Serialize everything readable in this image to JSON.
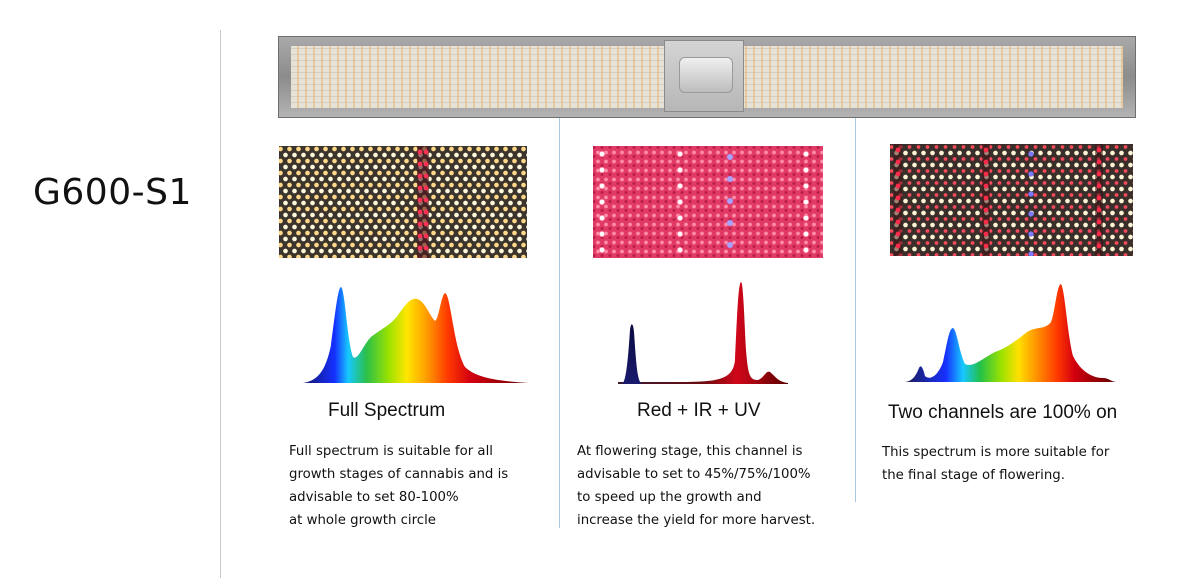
{
  "product": {
    "model": "G600-S1"
  },
  "colors": {
    "divider": "#c9c9c9",
    "connector": "#a9c8dc",
    "red_channel": "#d0071a",
    "uv_peak": "#1a1a6e"
  },
  "channels": [
    {
      "title": "Full Spectrum",
      "board_icon": "full-spectrum-led-board-icon",
      "spectrum_icon": "full-spectrum-curve-icon",
      "description": [
        "Full spectrum is suitable for all",
        "growth stages of cannabis and is",
        "advisable to set 80-100%",
        "at whole growth circle"
      ]
    },
    {
      "title": "Red + IR + UV",
      "board_icon": "red-ir-uv-led-board-icon",
      "spectrum_icon": "red-ir-uv-spectrum-curve-icon",
      "description": [
        "At flowering stage, this channel is",
        "advisable to set to 45%/75%/100%",
        "to speed up the growth and",
        "increase the yield for more harvest."
      ]
    },
    {
      "title": "Two channels are 100% on",
      "board_icon": "two-channels-led-board-icon",
      "spectrum_icon": "two-channels-spectrum-curve-icon",
      "description": [
        "This spectrum is more suitable for",
        "the final stage of flowering."
      ]
    }
  ]
}
